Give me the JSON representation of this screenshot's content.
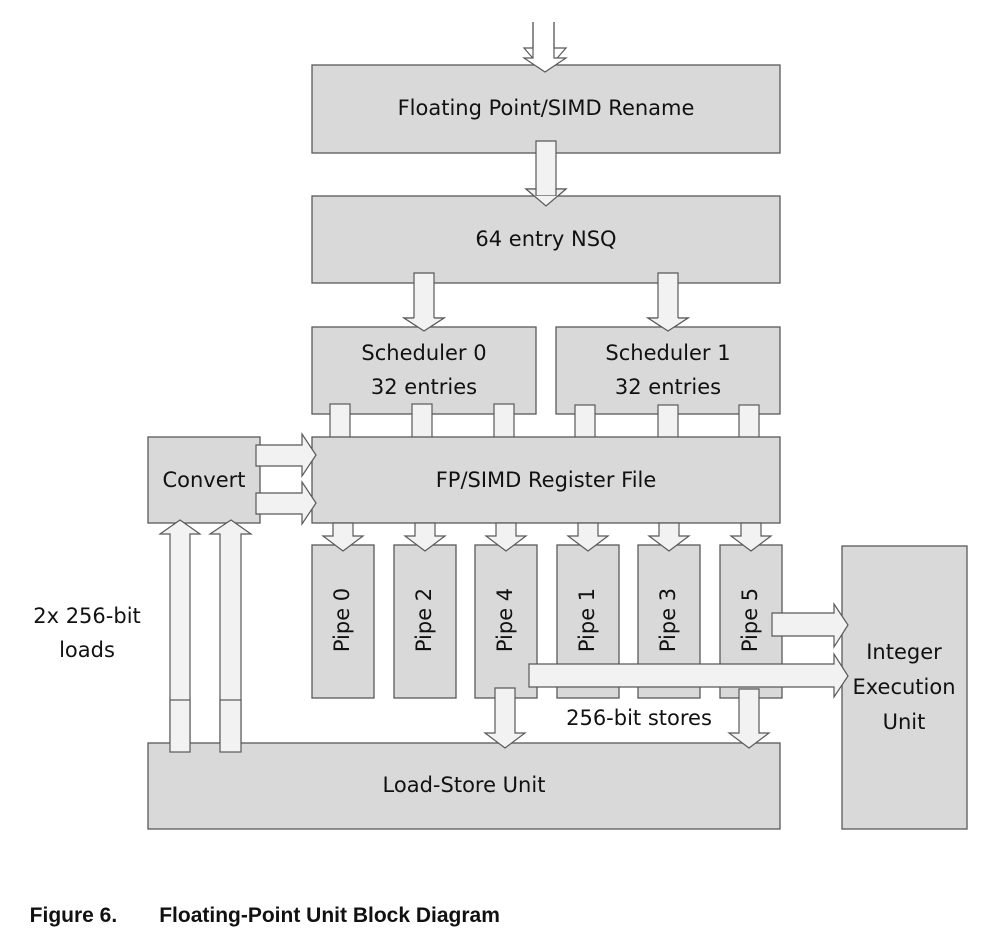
{
  "diagram": {
    "blocks": {
      "rename": "Floating Point/SIMD Rename",
      "nsq": "64 entry NSQ",
      "scheduler0": {
        "line1": "Scheduler 0",
        "line2": "32 entries"
      },
      "scheduler1": {
        "line1": "Scheduler 1",
        "line2": "32 entries"
      },
      "register_file": "FP/SIMD Register File",
      "convert": "Convert",
      "pipes": [
        "Pipe 0",
        "Pipe 2",
        "Pipe 4",
        "Pipe 1",
        "Pipe 3",
        "Pipe 5"
      ],
      "integer_exec": {
        "line1": "Integer",
        "line2": "Execution",
        "line3": "Unit"
      },
      "load_store": "Load-Store Unit"
    },
    "annotations": {
      "loads": {
        "line1": "2x 256-bit",
        "line2": "loads"
      },
      "stores": "256-bit stores"
    }
  },
  "caption": {
    "number": "Figure 6.",
    "title": "Floating-Point Unit Block Diagram"
  }
}
